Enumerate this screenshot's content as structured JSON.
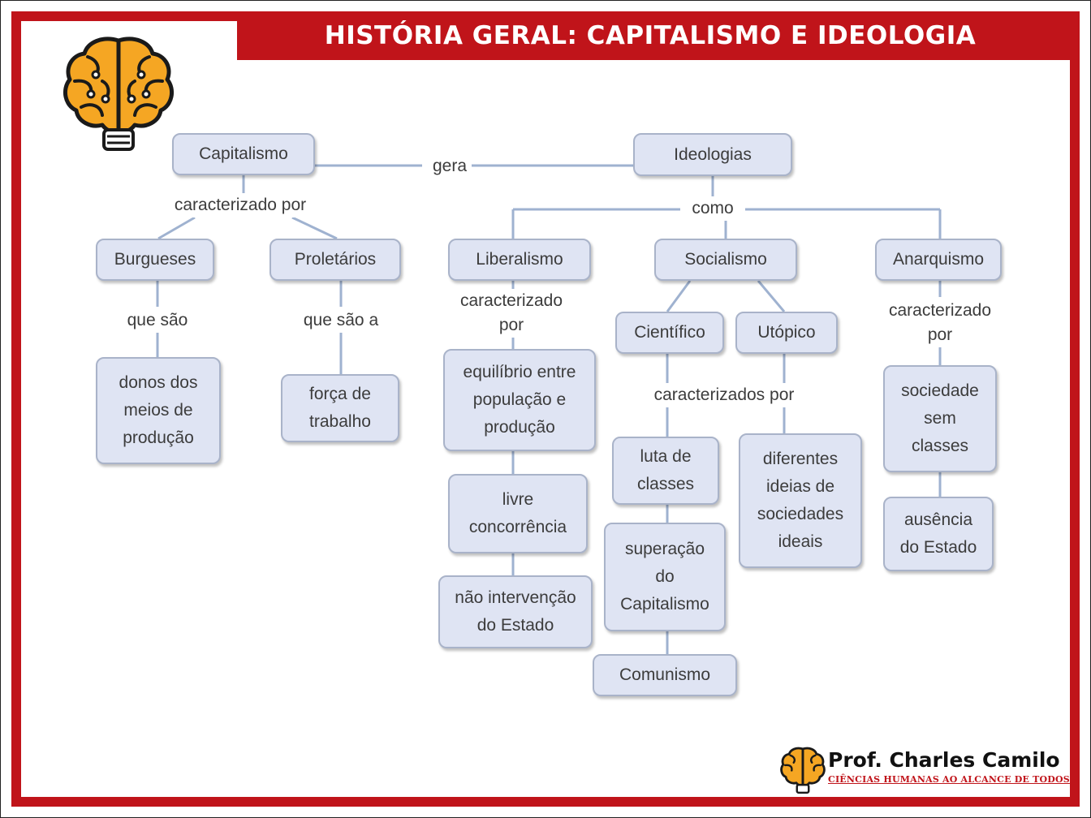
{
  "header": {
    "title": "HISTÓRIA GERAL: CAPITALISMO E IDEOLOGIA"
  },
  "colors": {
    "frame_red": "#c0141a",
    "node_fill": "#dfe4f3",
    "node_border": "#a9b3c9",
    "connector": "#9fb2d0",
    "brain_orange": "#f5a623"
  },
  "icons": {
    "top_logo": "brain-lightbulb-icon",
    "brand_logo": "brain-lightbulb-icon"
  },
  "diagram": {
    "nodes": {
      "capitalismo": "Capitalismo",
      "ideologias": "Ideologias",
      "burgueses": "Burgueses",
      "proletarios": "Proletários",
      "liberalismo": "Liberalismo",
      "socialismo": "Socialismo",
      "anarquismo": "Anarquismo",
      "donos": "donos dos\nmeios de\nprodução",
      "forca": "força de\ntrabalho",
      "equilibrio": "equilíbrio entre\npopulação e\nprodução",
      "livre": "livre\nconcorrência",
      "nao_intervencao": "não intervenção\ndo Estado",
      "cientifico": "Científico",
      "utopico": "Utópico",
      "luta": "luta de\nclasses",
      "superacao": "superação\ndo\nCapitalismo",
      "comunismo": "Comunismo",
      "diferentes": "diferentes\nideias de\nsociedades\nideais",
      "sociedade": "sociedade\nsem\nclasses",
      "ausencia": "ausência\ndo Estado"
    },
    "labels": {
      "gera": "gera",
      "caracterizado_por": "caracterizado por",
      "como": "como",
      "que_sao": "que são",
      "que_sao_a": "que são a",
      "liberalismo_caract": "caracterizado\npor",
      "caracterizados_por": "caracterizados por",
      "anarquismo_caract": "caracterizado\npor"
    }
  },
  "brand": {
    "name": "Prof. Charles Camilo",
    "tagline": "CIÊNCIAS HUMANAS AO ALCANCE DE TODOS"
  }
}
